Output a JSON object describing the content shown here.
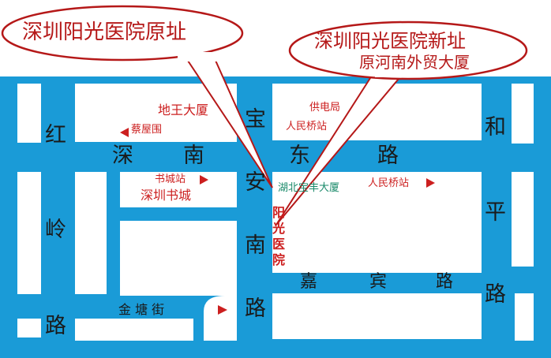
{
  "callouts": {
    "old_site": "深圳阳光医院原址",
    "new_site_line1": "深圳阳光医院新址",
    "new_site_line2": "原河南外贸大厦"
  },
  "roads": {
    "hongling_1": "红",
    "hongling_2": "岭",
    "hongling_3": "路",
    "shennan": [
      "深",
      "南",
      "东",
      "路"
    ],
    "baoan": [
      "宝",
      "安",
      "南",
      "路"
    ],
    "heping": [
      "和",
      "平",
      "路"
    ],
    "jiabin": [
      "嘉",
      "宾",
      "路"
    ],
    "jintang": "金 塘 街"
  },
  "places": {
    "diwang": "地王大厦",
    "caiwuwei": "蔡屋围",
    "gongdianju": "供电局",
    "renminqiao_1": "人民桥站",
    "shuchengzhan": "书城站",
    "shenzhen_bookcity": "深圳书城",
    "hubei_building": "湖北宝丰大厦",
    "renminqiao_2": "人民桥站",
    "hospital": [
      "阳",
      "光",
      "医",
      "院"
    ]
  },
  "colors": {
    "road": "#1a9bd7",
    "block": "#ffffff",
    "callout_border": "#b51818",
    "label_red": "#cc1f1f",
    "label_green": "#1a8a6a"
  }
}
